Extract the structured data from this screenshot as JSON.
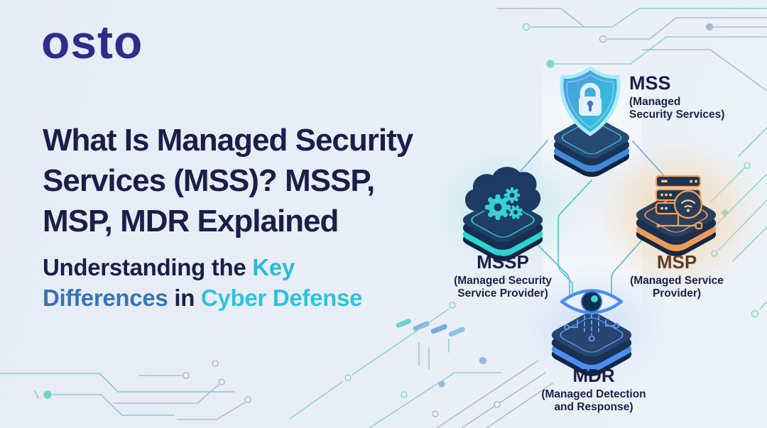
{
  "logo": "osto",
  "headline": {
    "line1": "What Is Managed Security",
    "line2": "Services (MSS)? MSSP,",
    "line3": "MSP, MDR Explained"
  },
  "subtitle": {
    "lead": "Understanding the ",
    "accent_key": "Key",
    "accent_differences": "Differences",
    "mid": " in ",
    "accent_cyber": "Cyber Defense"
  },
  "nodes": {
    "mss": {
      "abbr": "MSS",
      "full_line1": "(Managed",
      "full_line2": "Security Services)",
      "icon": "shield-lock-icon"
    },
    "mssp": {
      "abbr": "MSSP",
      "full_line1": "(Managed Security",
      "full_line2": "Service Provider)",
      "icon": "cloud-gears-icon"
    },
    "msp": {
      "abbr": "MSP",
      "full_line1": "(Managed Service",
      "full_line2": "Provider)",
      "icon": "server-wifi-icon"
    },
    "mdr": {
      "abbr": "MDR",
      "full_line1": "(Managed Detection",
      "full_line2": "and Response)",
      "icon": "eye-circuit-icon"
    }
  },
  "colors": {
    "background": "#e9eef6",
    "headline_navy": "#191f4a",
    "logo_indigo": "#2b2f8a",
    "accent_cyan": "#29bcd8",
    "accent_blue": "#3575b8",
    "msp_abbr_brown": "#5f3c25",
    "teal_accent": "#2fd3cf",
    "orange_accent": "#ed9b58",
    "blue_accent": "#4e8ef2",
    "platform_navy": "#1a3355",
    "circuit_teal": "#7fd2cb",
    "circuit_blue": "#a6bfdb"
  }
}
